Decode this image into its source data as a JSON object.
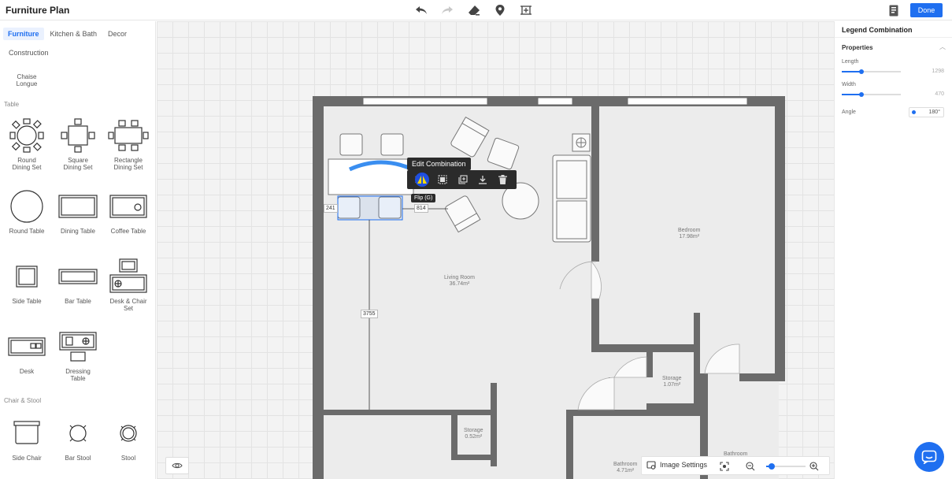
{
  "header": {
    "title": "Furniture Plan",
    "done_label": "Done",
    "icons": [
      "undo-icon",
      "redo-icon",
      "eraser-icon",
      "location-pin-icon",
      "frame-icon",
      "document-icon"
    ]
  },
  "sidebar": {
    "tabs": [
      {
        "label": "Furniture",
        "active": true
      },
      {
        "label": "Kitchen & Bath",
        "active": false
      },
      {
        "label": "Decor",
        "active": false
      },
      {
        "label": "Construction",
        "active": false
      }
    ],
    "top_item": "Chaise\nLongue",
    "sections": {
      "table": {
        "label": "Table",
        "items": [
          "Round\nDining Set",
          "Square\nDining Set",
          "Rectangle\nDining Set",
          "Round Table",
          "Dining Table",
          "Coffee Table",
          "Side Table",
          "Bar Table",
          "Desk & Chair\nSet",
          "Desk",
          "Dressing\nTable"
        ]
      },
      "chair": {
        "label": "Chair & Stool",
        "items": [
          "Side Chair",
          "Bar Stool",
          "Stool"
        ]
      }
    }
  },
  "canvas": {
    "rooms": [
      {
        "name": "Living Room",
        "area": "36.74m²"
      },
      {
        "name": "Bedroom",
        "area": "17.98m²"
      },
      {
        "name": "Storage",
        "area": "1.07m²"
      },
      {
        "name": "Storage",
        "area": "0.52m²"
      },
      {
        "name": "Bathroom",
        "area": "4.71m²"
      },
      {
        "name": "Bathroom",
        "area": ""
      }
    ],
    "dimensions": {
      "left": "241",
      "right": "814",
      "vertical": "3755"
    },
    "edit_tooltip": "Edit Combination",
    "flip_tooltip": "Flip (G)",
    "image_settings_label": "Image Settings"
  },
  "properties": {
    "title": "Legend Combination",
    "section": "Properties",
    "length": {
      "label": "Length",
      "value": "1298"
    },
    "width": {
      "label": "Width",
      "value": "470"
    },
    "angle": {
      "label": "Angle",
      "value": "180°"
    }
  },
  "colors": {
    "accent": "#1f6ff0",
    "wall": "#6b6b6b",
    "tooltip_bg": "#2b2b2b"
  }
}
